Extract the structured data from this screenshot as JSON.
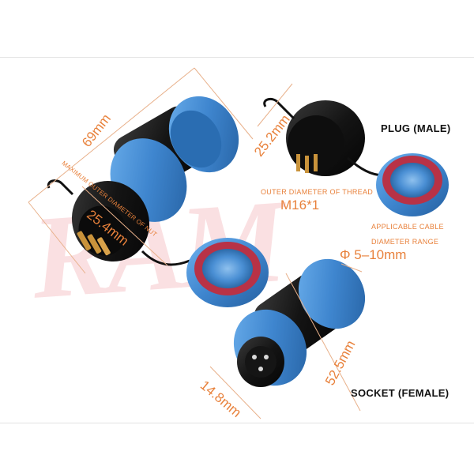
{
  "watermark": "RAM",
  "dimensions": {
    "length": "69mm",
    "nut_diameter": "25.4mm",
    "nut_caption": "MAXIMUM OUTER DIAMETER OF NUT",
    "plug_width": "25.2mm",
    "thread_caption": "OUTER DIAMETER OF THREAD",
    "thread_value": "M16*1",
    "cable_caption_line1": "APPLICABLE CABLE",
    "cable_caption_line2": "DIAMETER RANGE",
    "cable_value": "Φ 5–10mm",
    "socket_length": "52.5mm",
    "socket_diameter": "14.8mm"
  },
  "labels": {
    "plug": "PLUG (MALE)",
    "socket": "SOCKET (FEMALE)"
  },
  "colors": {
    "accent": "#e8813b",
    "connector_blue": "#4a8fd4",
    "connector_dark": "#1a1a1a",
    "seal_red": "#c8344a",
    "watermark": "#f2a7ad"
  }
}
